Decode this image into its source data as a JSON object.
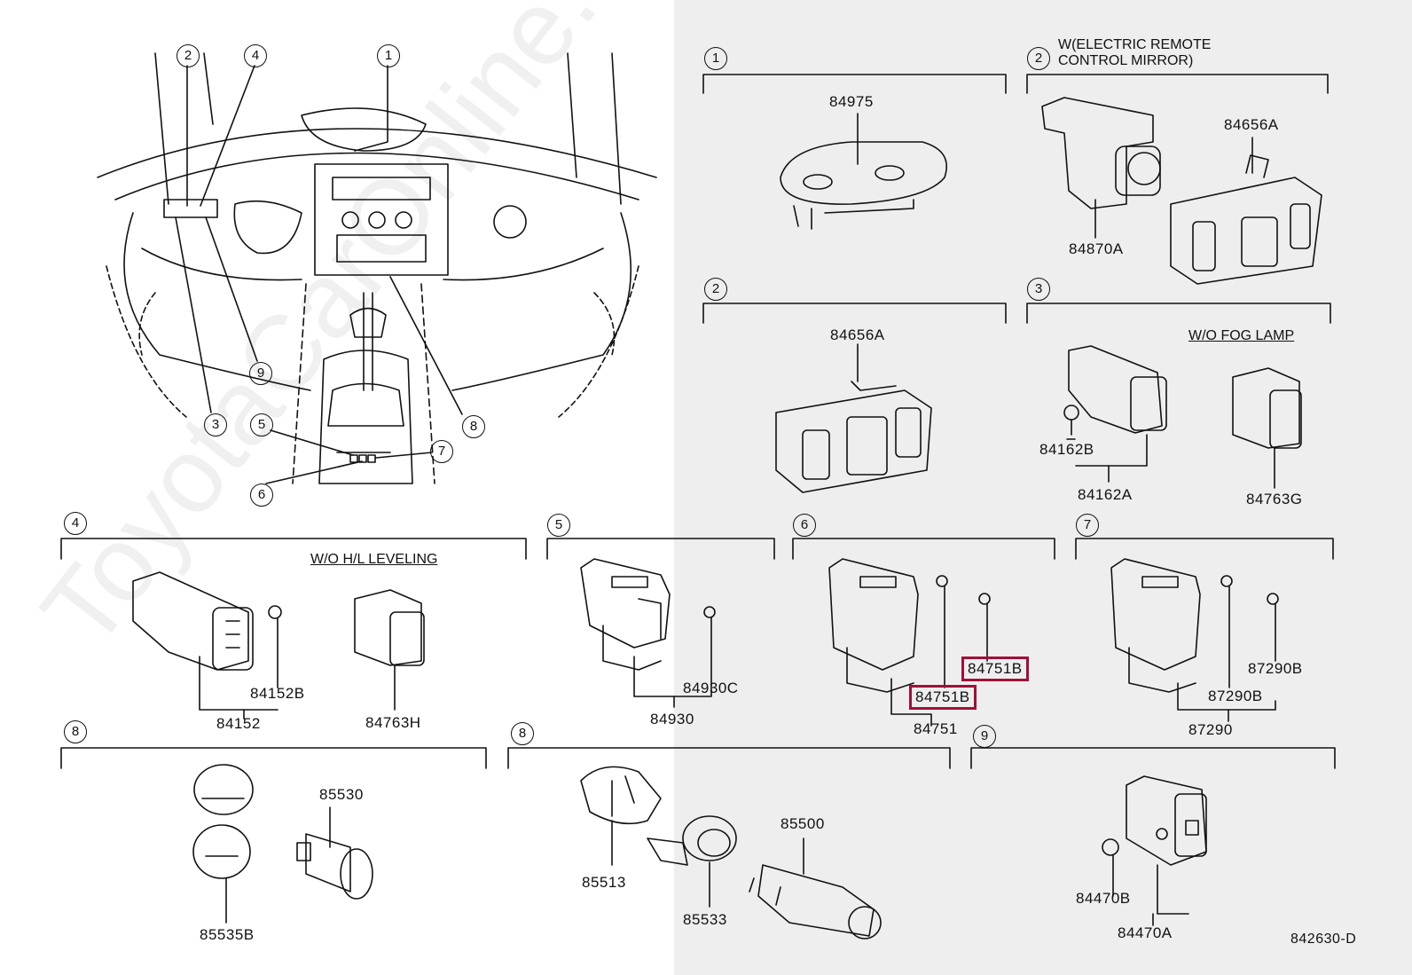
{
  "watermark": "ToyotaCarOnline.ru",
  "overview_callouts": [
    "1",
    "2",
    "4",
    "9",
    "3",
    "5",
    "6",
    "7",
    "8"
  ],
  "sections": [
    {
      "id": "s1a",
      "no": "1",
      "note": ""
    },
    {
      "id": "s2a",
      "no": "2",
      "note": "W(ELECTRIC REMOTE\nCONTROL MIRROR)"
    },
    {
      "id": "s2b",
      "no": "2",
      "note": ""
    },
    {
      "id": "s3",
      "no": "3",
      "note": "W/O FOG LAMP"
    },
    {
      "id": "s4",
      "no": "4",
      "note": "W/O H/L LEVELING"
    },
    {
      "id": "s5",
      "no": "5",
      "note": ""
    },
    {
      "id": "s6",
      "no": "6",
      "note": ""
    },
    {
      "id": "s7",
      "no": "7",
      "note": ""
    },
    {
      "id": "s8a",
      "no": "8",
      "note": ""
    },
    {
      "id": "s8b",
      "no": "8",
      "note": ""
    },
    {
      "id": "s9",
      "no": "9",
      "note": ""
    }
  ],
  "parts": {
    "p84975": "84975",
    "p84656A_1": "84656A",
    "p84870A": "84870A",
    "p84656A_2": "84656A",
    "p84162B": "84162B",
    "p84162A": "84162A",
    "p84763G": "84763G",
    "p84152B": "84152B",
    "p84152": "84152",
    "p84763H": "84763H",
    "p84930C": "84930C",
    "p84930": "84930",
    "p84751B_1": "84751B",
    "p84751B_2": "84751B",
    "p84751": "84751",
    "p87290B_1": "87290B",
    "p87290B_2": "87290B",
    "p87290": "87290",
    "p85530": "85530",
    "p85535B": "85535B",
    "p85513": "85513",
    "p85533": "85533",
    "p85500": "85500",
    "p84470B": "84470B",
    "p84470A": "84470A"
  },
  "diagram_code": "842630-D",
  "colors": {
    "highlight": "#a0103a",
    "shade": "#eeeeee",
    "line": "#111111"
  }
}
